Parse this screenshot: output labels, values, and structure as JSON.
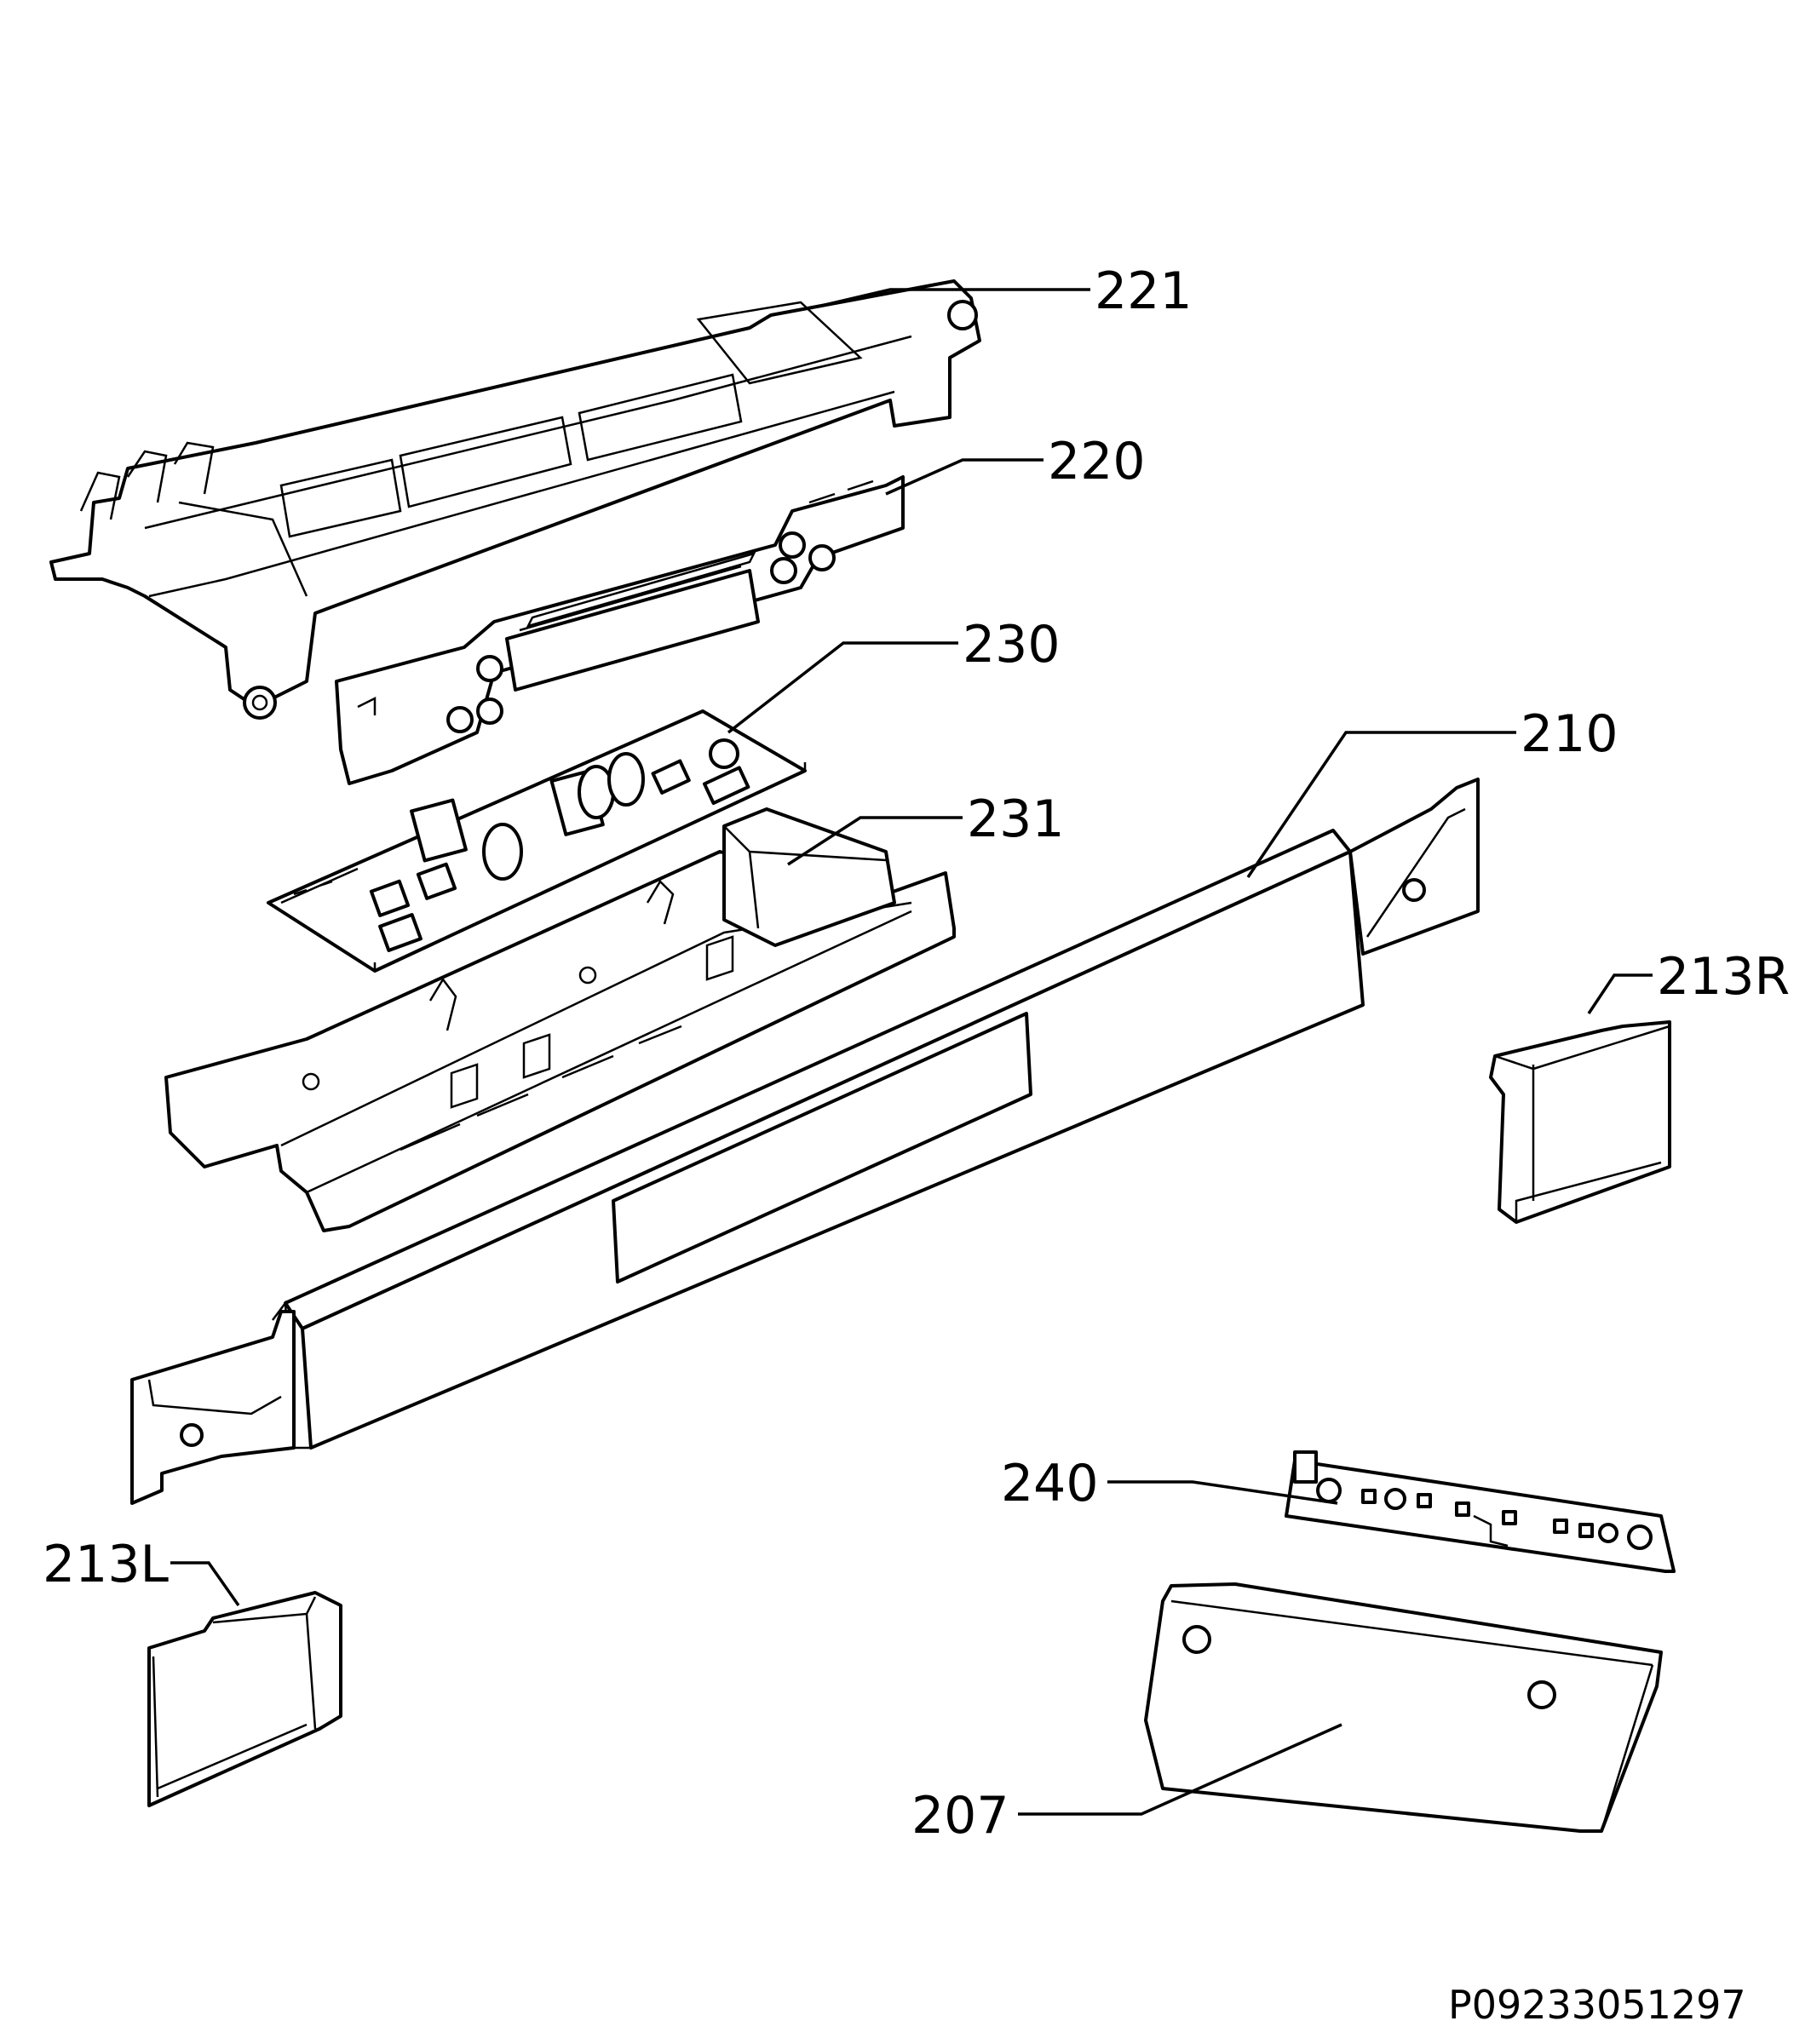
{
  "callouts": [
    {
      "id": "221",
      "text": "221"
    },
    {
      "id": "220",
      "text": "220"
    },
    {
      "id": "230",
      "text": "230"
    },
    {
      "id": "210",
      "text": "210"
    },
    {
      "id": "231",
      "text": "231"
    },
    {
      "id": "213R",
      "text": "213R"
    },
    {
      "id": "213L",
      "text": "213L"
    },
    {
      "id": "240",
      "text": "240"
    },
    {
      "id": "207",
      "text": "207"
    }
  ],
  "drawing_code": "P09233051297"
}
